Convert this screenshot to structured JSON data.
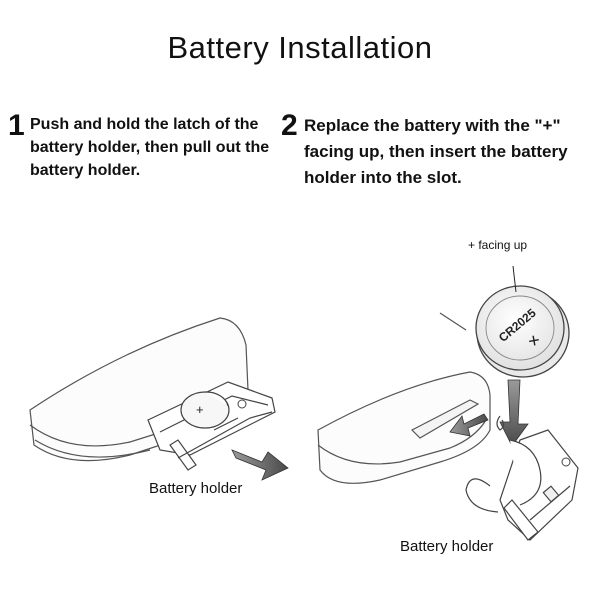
{
  "title": "Battery Installation",
  "steps": [
    {
      "number": "1",
      "lines": [
        "Push and hold the latch of the",
        "battery holder, then pull out the",
        "battery holder."
      ]
    },
    {
      "number": "2",
      "lines": [
        "Replace the battery with the \"+\"",
        "facing up, then insert the battery",
        "holder into the slot."
      ]
    }
  ],
  "labels": {
    "holder_left": "Battery holder",
    "holder_right": "Battery holder",
    "facing_up": "+ facing up",
    "battery_model": "CR2025",
    "plus_sign": "+"
  }
}
